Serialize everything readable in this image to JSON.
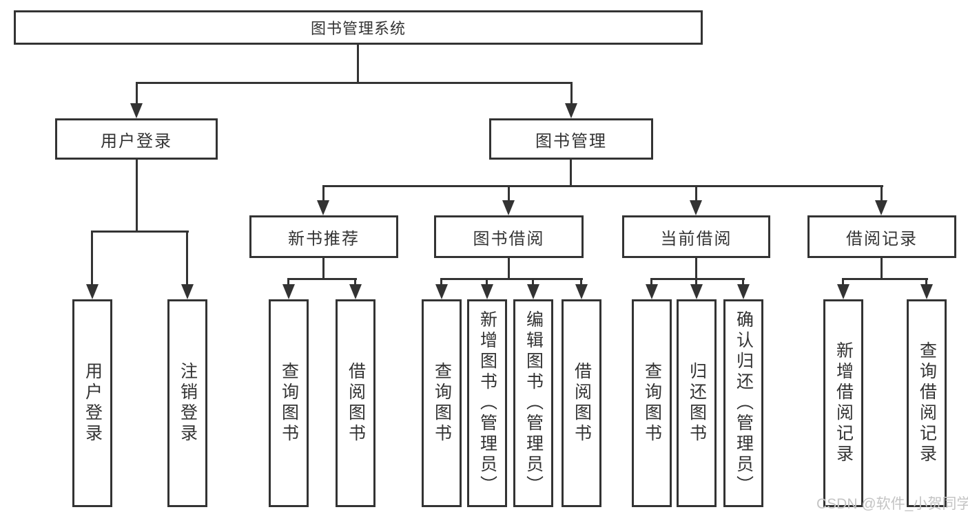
{
  "tree": {
    "root": "图书管理系统",
    "branches": [
      {
        "label": "用户登录",
        "children": [
          "用户登录",
          "注销登录"
        ]
      },
      {
        "label": "图书管理",
        "groups": [
          {
            "label": "新书推荐",
            "children": [
              "查询图书",
              "借阅图书"
            ]
          },
          {
            "label": "图书借阅",
            "children": [
              "查询图书",
              "新增图书（管理员）",
              "编辑图书（管理员）",
              "借阅图书"
            ]
          },
          {
            "label": "当前借阅",
            "children": [
              "查询图书",
              "归还图书",
              "确认归还（管理员）"
            ]
          },
          {
            "label": "借阅记录",
            "children": [
              "新增借阅记录",
              "查询借阅记录"
            ]
          }
        ]
      }
    ]
  },
  "watermark": "CSDN @软件_小贺同学",
  "colors": {
    "line": "#333333",
    "text": "#333333",
    "background": "#ffffff",
    "watermark": "#c4c4c4"
  }
}
